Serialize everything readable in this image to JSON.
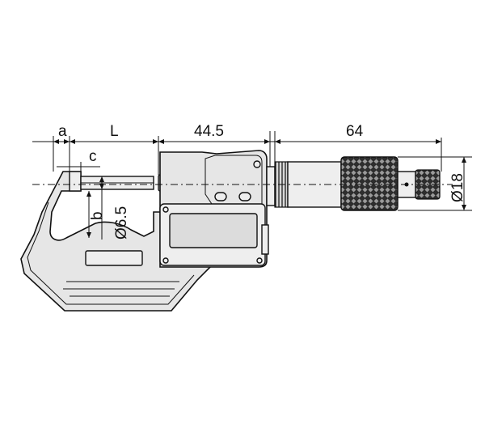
{
  "dimensions": {
    "a": "a",
    "L": "L",
    "housing_length": "44.5",
    "thimble_length": "64",
    "c": "c",
    "b": "b",
    "spindle_diameter": "Ø6.5",
    "thimble_diameter": "Ø18"
  },
  "colors": {
    "outline": "#111111",
    "body_fill": "#e6e6e6",
    "display_fill": "#dcdcdc",
    "knurl_fill": "#3a3a3a"
  }
}
